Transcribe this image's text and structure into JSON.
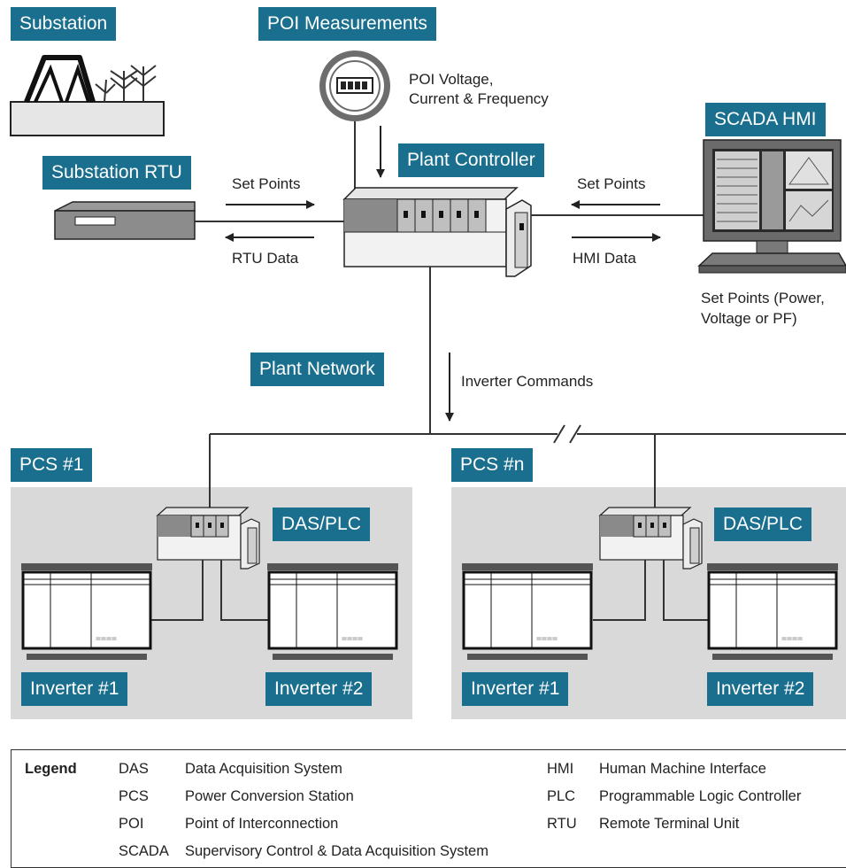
{
  "colors": {
    "label_bg": "#1a6e8e",
    "panel_bg": "#d9d9d9",
    "line": "#333333"
  },
  "labels": {
    "substation": "Substation",
    "poi_measurements": "POI Measurements",
    "scada_hmi": "SCADA HMI",
    "substation_rtu": "Substation RTU",
    "plant_controller": "Plant Controller",
    "plant_network": "Plant Network",
    "pcs_1": "PCS #1",
    "pcs_n": "PCS #n",
    "das_plc": "DAS/PLC",
    "inverter_1": "Inverter #1",
    "inverter_2": "Inverter #2"
  },
  "annotations": {
    "poi_text_line1": "POI Voltage,",
    "poi_text_line2": "Current & Frequency",
    "set_points_left": "Set Points",
    "rtu_data": "RTU Data",
    "set_points_right": "Set Points",
    "hmi_data": "HMI Data",
    "scada_setpoints_line1": "Set Points (Power,",
    "scada_setpoints_line2": "Voltage or PF)",
    "inverter_commands": "Inverter Commands",
    "network_break": "//"
  },
  "legend": {
    "title": "Legend",
    "left": [
      {
        "abbr": "DAS",
        "desc": "Data Acquisition System"
      },
      {
        "abbr": "PCS",
        "desc": "Power Conversion Station"
      },
      {
        "abbr": "POI",
        "desc": "Point of Interconnection"
      },
      {
        "abbr": "SCADA",
        "desc": "Supervisory Control & Data Acquisition System"
      }
    ],
    "right": [
      {
        "abbr": "HMI",
        "desc": "Human Machine Interface"
      },
      {
        "abbr": "PLC",
        "desc": "Programmable Logic Controller"
      },
      {
        "abbr": "RTU",
        "desc": "Remote Terminal Unit"
      }
    ]
  },
  "icons": {
    "substation": "substation-tower-icon",
    "meter": "meter-icon",
    "controller": "plc-rack-icon",
    "rtu": "rtu-box-icon",
    "hmi": "monitor-icon",
    "inverter": "inverter-cabinet-icon"
  }
}
